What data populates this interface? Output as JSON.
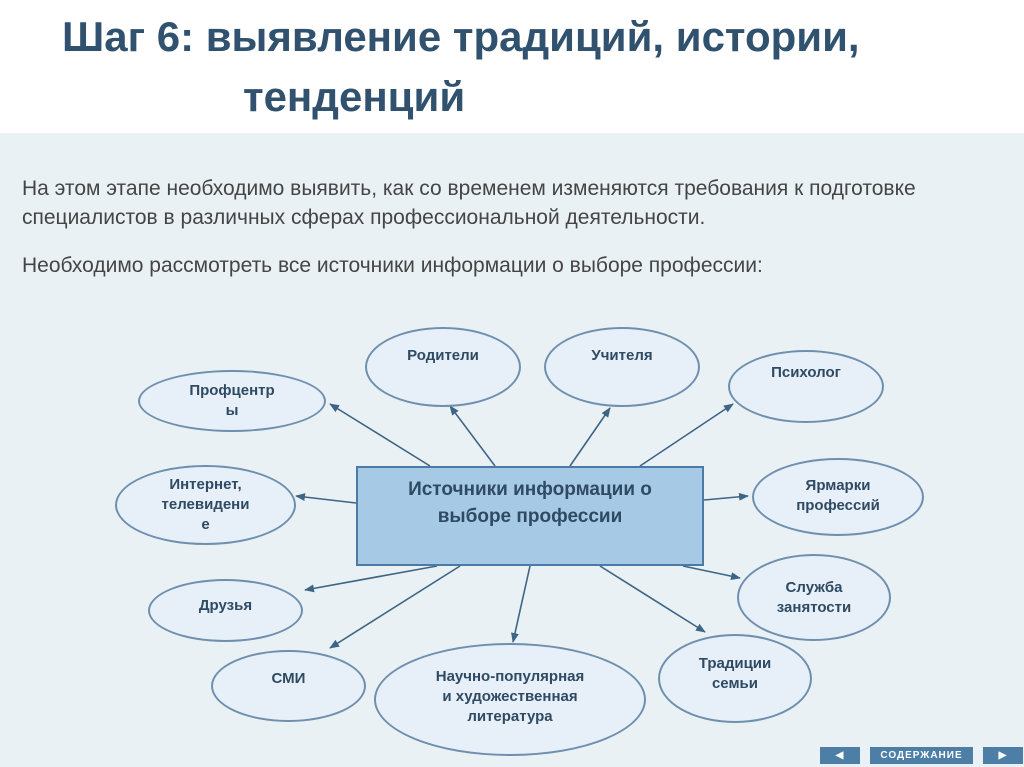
{
  "title": {
    "line1": "Шаг 6:  выявление традиций, истории,",
    "line2": "тенденций"
  },
  "paragraphs": [
    "На этом этапе необходимо выявить, как со временем изменяются требования к подготовке специалистов в различных сферах профессиональной деятельности.",
    "Необходимо рассмотреть все источники информации о выборе профессии:"
  ],
  "diagram": {
    "center": "Источники информации о\nвыборе профессии",
    "nodes": {
      "parents": "Родители",
      "teachers": "Учителя",
      "psychologist": "Психолог",
      "career_centers": "Профцентр\nы",
      "internet_tv": "Интернет,\nтелевидени\nе",
      "job_fairs": "Ярмарки\nпрофессий",
      "employment_service": "Служба\nзанятости",
      "friends": "Друзья",
      "media": "СМИ",
      "literature": "Научно-популярная\nи художественная\nлитература",
      "family_traditions": "Традиции\nсемьи"
    }
  },
  "navigation": {
    "prev": "◀",
    "contents": "СОДЕРЖАНИЕ",
    "next": "▶"
  },
  "colors": {
    "title": "#31526f",
    "center_fill": "#a6c9e5",
    "node_fill": "#e7f0f8",
    "node_border": "#6f8fae",
    "arrow": "#3d6585",
    "background": "#e9f1f5"
  }
}
